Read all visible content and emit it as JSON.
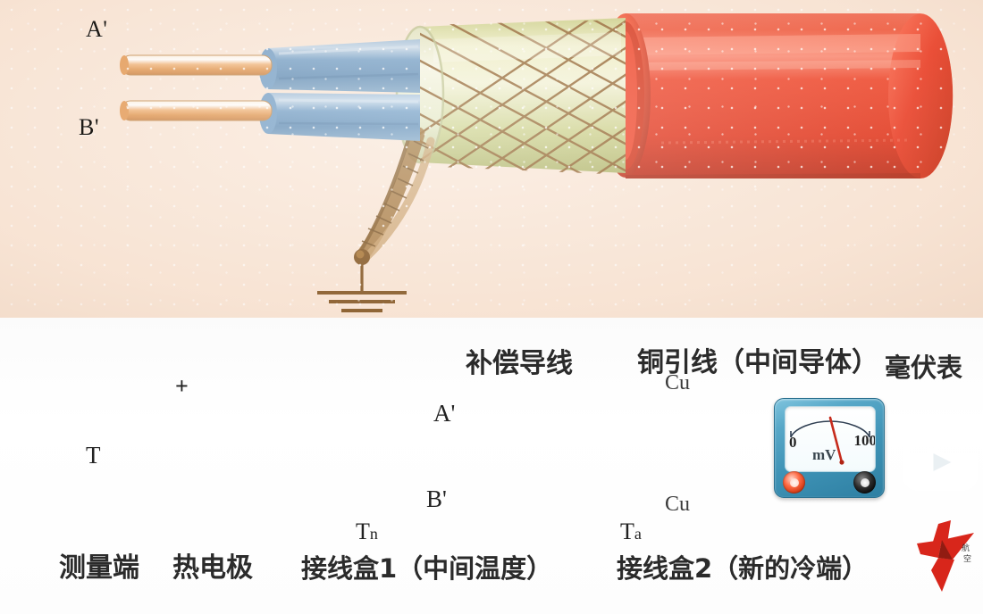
{
  "photo": {
    "name": "thermocouple-compensating-cable-photo",
    "labels": [
      {
        "id": "a-prime",
        "text": "A'"
      },
      {
        "id": "b-prime",
        "text": "B'"
      }
    ],
    "parts": {
      "conductor": "copper-conductor",
      "inner_insulation": "blue-insulation",
      "filler": "yellow-green-filler",
      "braid": "copper-braid-shield",
      "outer_jacket": "red-outer-jacket",
      "ground": "earth-ground-symbol"
    },
    "colors": {
      "background": "#f9e7d8",
      "jacket_red": "#e8361f",
      "insulation_blue": "#6d9cc4",
      "filler_olive": "#d9dfa0",
      "braid_brown": "#8a5a22",
      "conductor_copper": "#e8a96a"
    }
  },
  "diagram": {
    "name": "thermocouple-circuit-diagram",
    "annotations": {
      "compensating_wire": "补偿导线",
      "copper_lead": "铜引线（中间导体）",
      "millivoltmeter": "毫伏表",
      "measuring_end": "测量端",
      "thermoelectrode": "热电极",
      "junction_box_1": "接线盒1（中间温度）",
      "junction_box_2": "接线盒2（新的冷端）"
    },
    "symbols": {
      "hot_junction": "T",
      "polarity_plus": "+",
      "line_a": "A'",
      "line_b": "B'",
      "box1_temp": "T",
      "box1_temp_sub": "n",
      "box2_temp": "T",
      "box2_temp_sub": "a",
      "copper_top": "Cu",
      "copper_bottom": "Cu"
    },
    "meter": {
      "scale_min": "0",
      "scale_max": "100",
      "unit": "mV",
      "needle_reading_pct": 48,
      "terminal_positive": "red-terminal",
      "terminal_negative": "black-terminal"
    },
    "colors": {
      "wire_line": "#c0400f",
      "electrode_positive": "#1e8a36",
      "electrode_negative": "#d2c22c",
      "junction_dot": "#e01b0e",
      "box_outline": "#2e2e2e",
      "meter_case": "#3f93b6",
      "needle": "#c62b1c"
    }
  },
  "watermarks": {
    "tv_logo": "bilibili-tv-play-icon",
    "star_badge": "red-star-badge"
  }
}
